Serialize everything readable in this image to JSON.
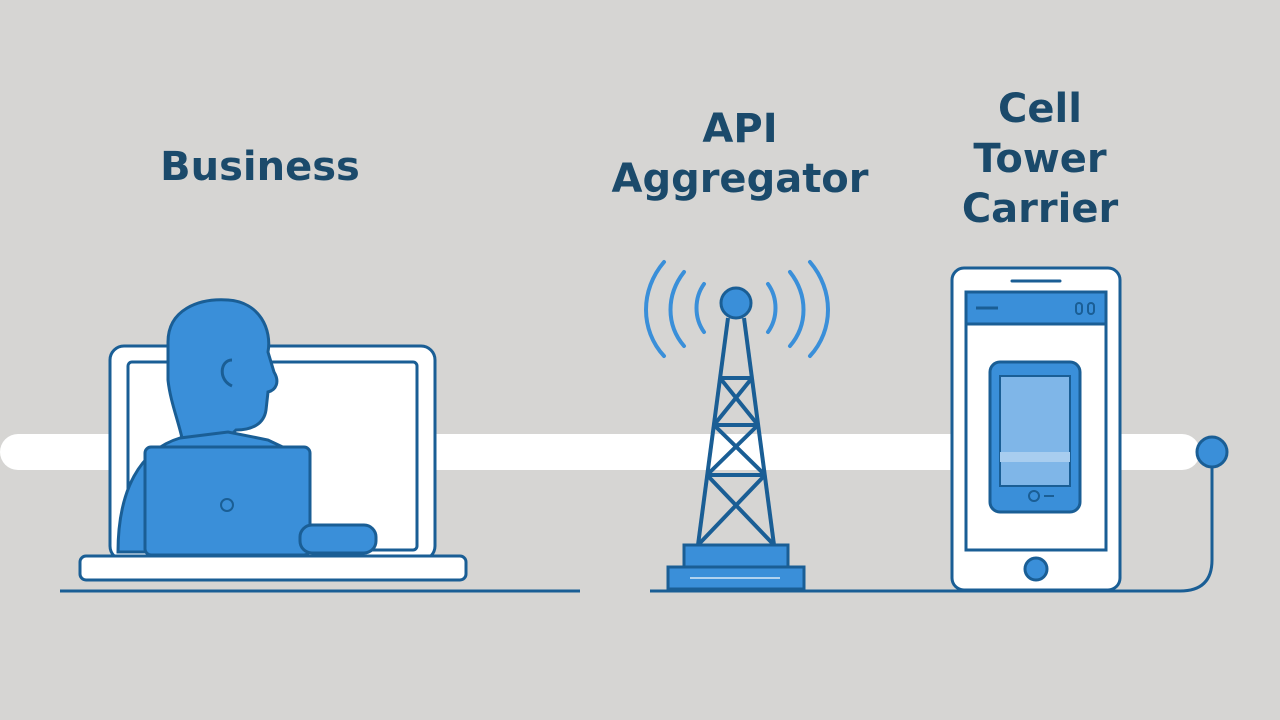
{
  "colors": {
    "background": "#d6d5d3",
    "accent": "#3a8fd9",
    "outline": "#1a5e95",
    "text": "#1b4a6b",
    "band": "#ffffff"
  },
  "nodes": [
    {
      "id": "business",
      "lines": [
        "Business"
      ],
      "icon": "person-at-laptop-icon"
    },
    {
      "id": "api-aggregator",
      "lines": [
        "API",
        "Aggregator"
      ],
      "icon": "signal-tower-icon"
    },
    {
      "id": "cell-tower-carrier",
      "lines": [
        "Cell",
        "Tower",
        "Carrier"
      ],
      "icon": "phone-in-frame-icon"
    }
  ]
}
